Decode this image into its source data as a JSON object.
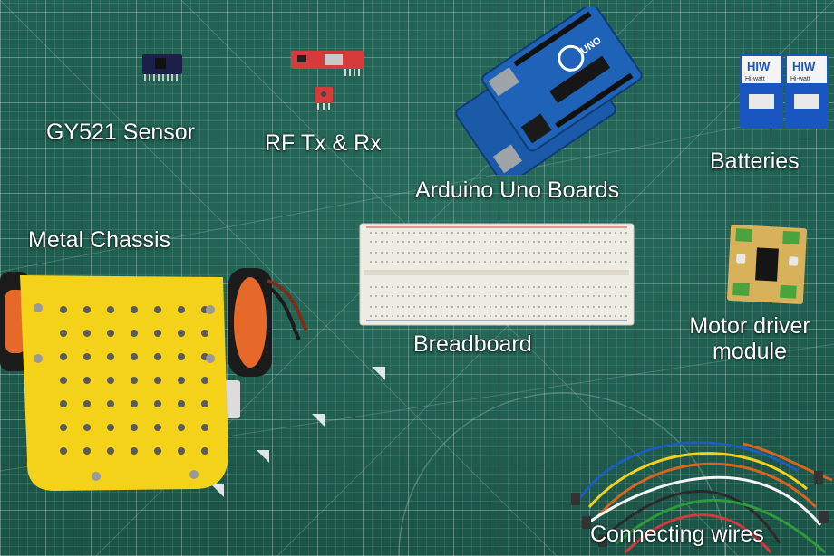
{
  "scene": {
    "description_labels": {
      "gy521": "GY521 Sensor",
      "rf": "RF Tx & Rx",
      "arduino": "Arduino Uno Boards",
      "batteries": "Batteries",
      "chassis": "Metal Chassis",
      "breadboard": "Breadboard",
      "motor_driver_line1": "Motor driver",
      "motor_driver_line2": "module",
      "wires": "Connecting wires"
    },
    "battery_brand": "HIW",
    "battery_subtitle": "Hi-watt",
    "arduino_logo_text": "UNO"
  },
  "colors": {
    "mat": "#1e5a4f",
    "chassis": "#f5d21a",
    "arduino": "#1e63b8",
    "battery": "#1a56c2",
    "motor_pcb": "#d8b25a",
    "rf_board": "#d63b3b"
  }
}
